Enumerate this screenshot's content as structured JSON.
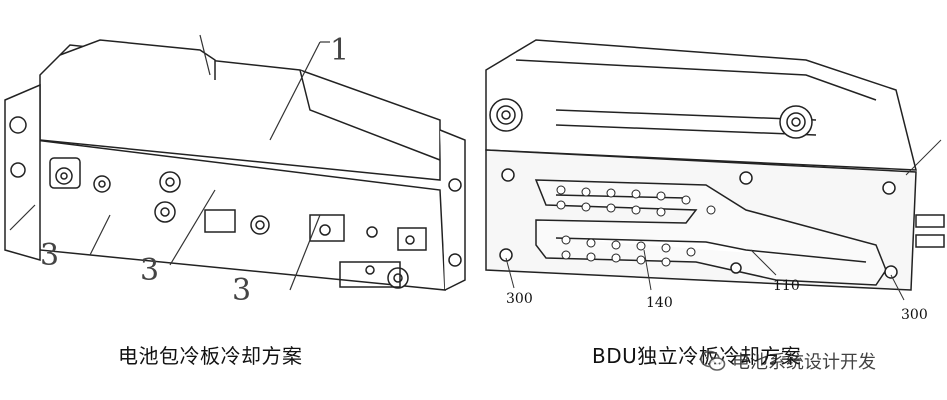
{
  "left_figure": {
    "labels": [
      "1",
      "3",
      "3",
      "3"
    ],
    "caption": "电池包冷板冷却方案"
  },
  "right_figure": {
    "labels": [
      "300",
      "140",
      "110",
      "300"
    ],
    "caption": "BDU独立冷板冷却方案"
  },
  "watermark": {
    "text": "电池系统设计开发",
    "icon": "wechat-icon"
  }
}
